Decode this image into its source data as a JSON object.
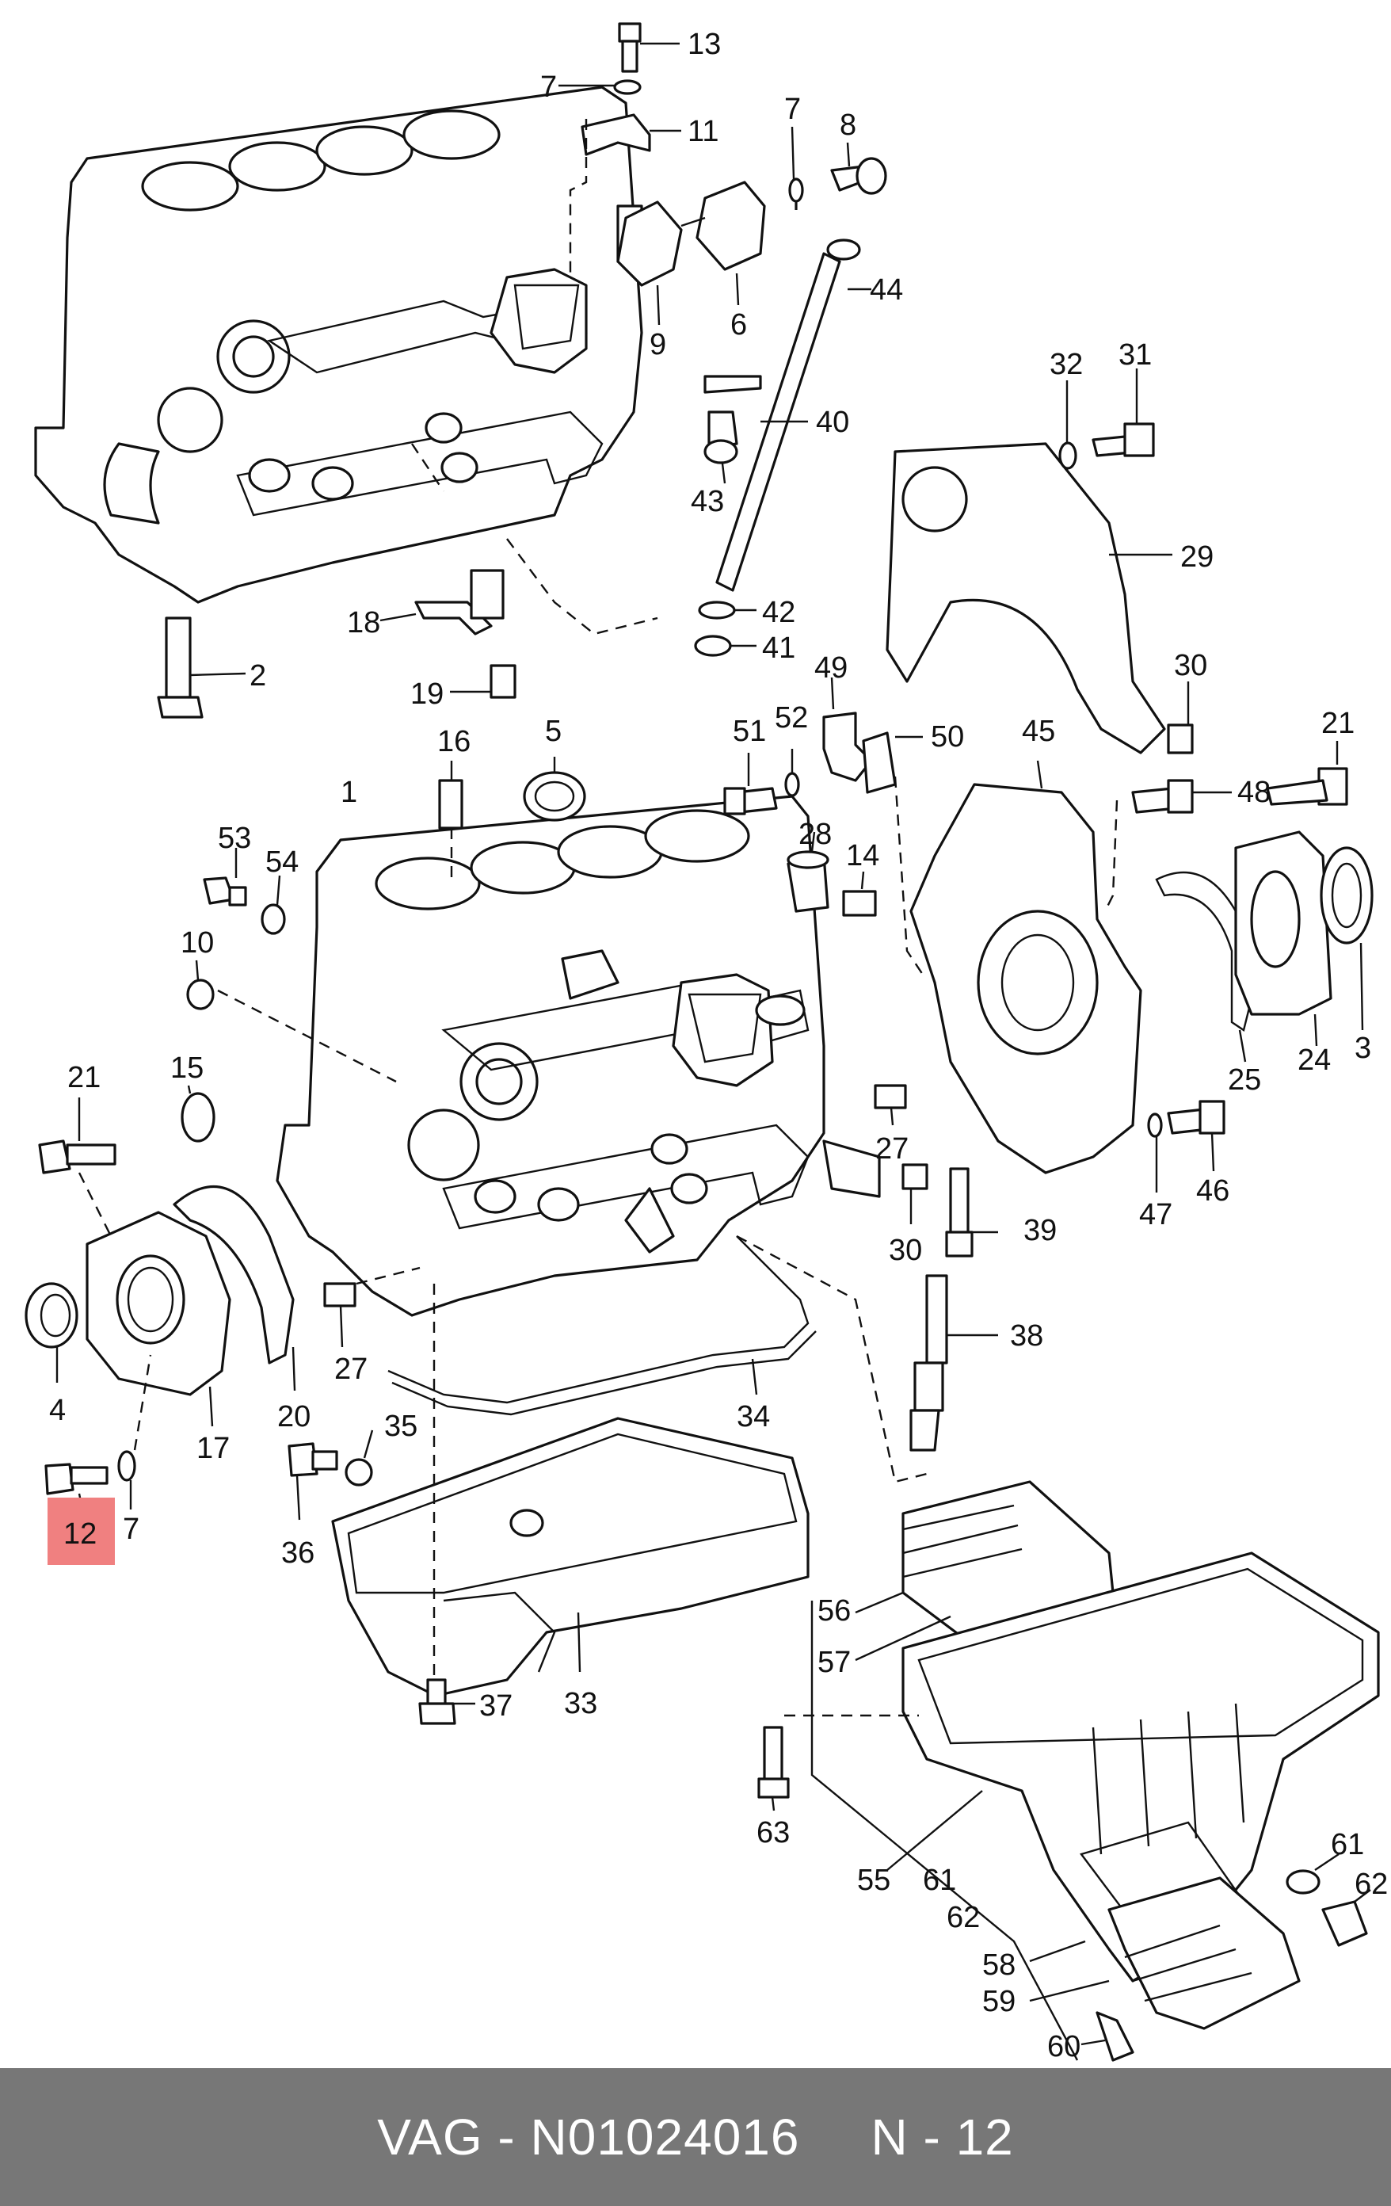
{
  "footer": {
    "part_ref": "VAG - N01024016",
    "page_ref": "N - 12"
  },
  "colors": {
    "highlight": "#f08080",
    "footer_bg": "#777777",
    "footer_text": "#ffffff",
    "line": "#111111"
  },
  "highlighted_callout": "12",
  "callouts": {
    "c1": "1",
    "c2": "2",
    "c3": "3",
    "c4": "4",
    "c5": "5",
    "c6": "6",
    "c7a": "7",
    "c7b": "7",
    "c7c": "7",
    "c8": "8",
    "c9": "9",
    "c10": "10",
    "c11": "11",
    "c12": "12",
    "c13": "13",
    "c14": "14",
    "c15": "15",
    "c16": "16",
    "c17": "17",
    "c18": "18",
    "c19": "19",
    "c20": "20",
    "c21a": "21",
    "c21b": "21",
    "c24": "24",
    "c25": "25",
    "c27a": "27",
    "c27b": "27",
    "c28": "28",
    "c29": "29",
    "c30a": "30",
    "c30b": "30",
    "c31": "31",
    "c32": "32",
    "c33": "33",
    "c34": "34",
    "c35": "35",
    "c36": "36",
    "c37": "37",
    "c38": "38",
    "c39": "39",
    "c40": "40",
    "c41": "41",
    "c42": "42",
    "c43": "43",
    "c44": "44",
    "c45": "45",
    "c46": "46",
    "c47": "47",
    "c48": "48",
    "c49": "49",
    "c50": "50",
    "c51": "51",
    "c52": "52",
    "c53": "53",
    "c54": "54",
    "c55": "55",
    "c56": "56",
    "c57": "57",
    "c58": "58",
    "c59": "59",
    "c60": "60",
    "c61a": "61",
    "c61b": "61",
    "c62a": "62",
    "c62b": "62",
    "c63": "63"
  }
}
